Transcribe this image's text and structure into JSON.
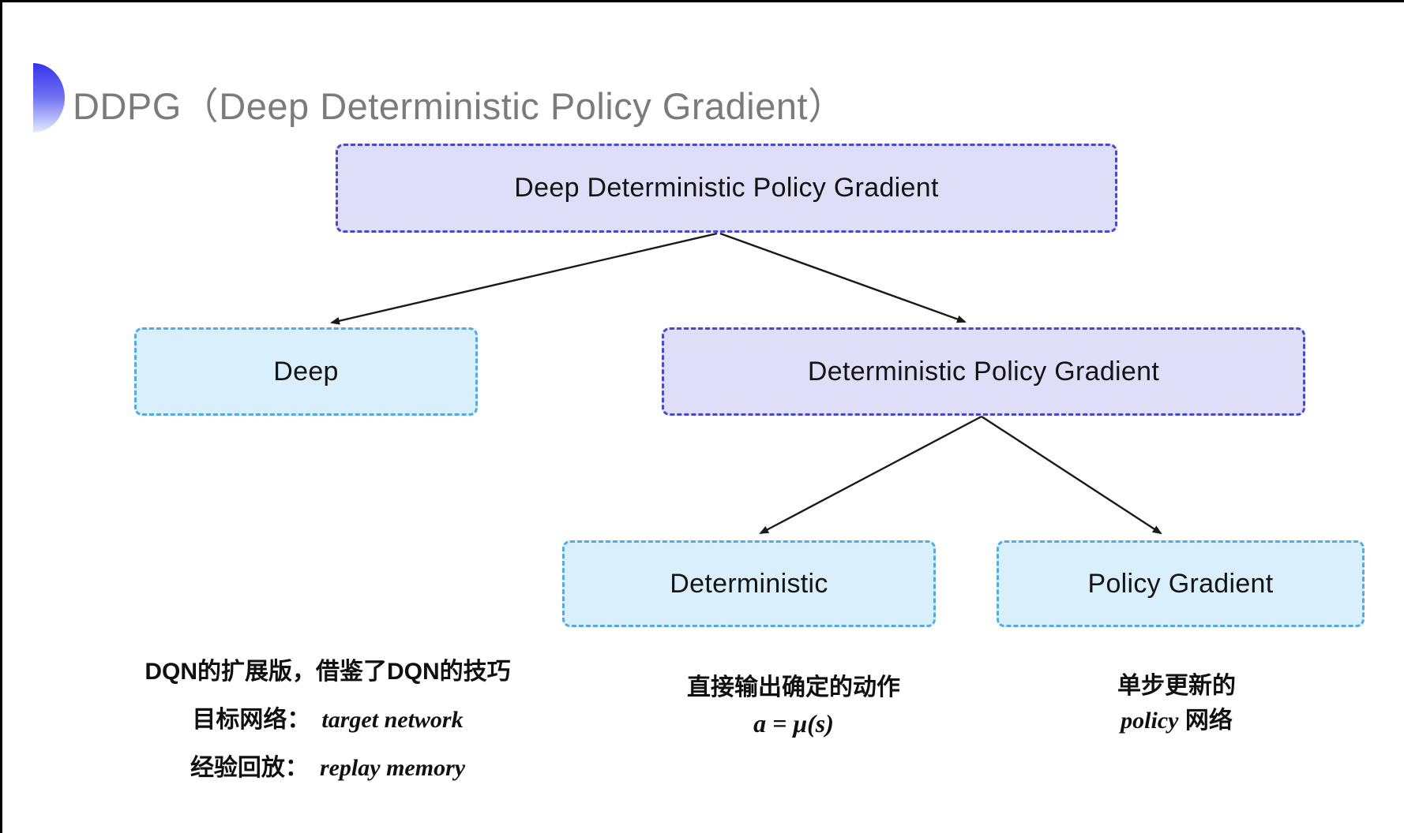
{
  "page": {
    "title": "DDPG（Deep Deterministic Policy Gradient）"
  },
  "colors": {
    "purple_fill": "#dedef8",
    "purple_border": "#4a4ac8",
    "cyan_fill": "#d9effb",
    "cyan_border": "#56aadd",
    "title_gray": "#7b7b7b",
    "bullet_blue_top": "#3434ea",
    "arrow_black": "#1a1a1a"
  },
  "diagram": {
    "root": "Deep Deterministic Policy Gradient",
    "deep": "Deep",
    "dpg": "Deterministic Policy Gradient",
    "deterministic": "Deterministic",
    "policy_gradient": "Policy Gradient"
  },
  "notes": {
    "deep": {
      "line1": "DQN的扩展版，借鉴了DQN的技巧",
      "line2_label": "目标网络：",
      "line2_term": "target network",
      "line3_label": "经验回放：",
      "line3_term": "replay memory"
    },
    "deterministic": {
      "line1": "直接输出确定的动作",
      "formula": "a = μ(s)"
    },
    "policy_gradient": {
      "line1": "单步更新的",
      "term": "policy",
      "suffix": " 网络"
    }
  }
}
